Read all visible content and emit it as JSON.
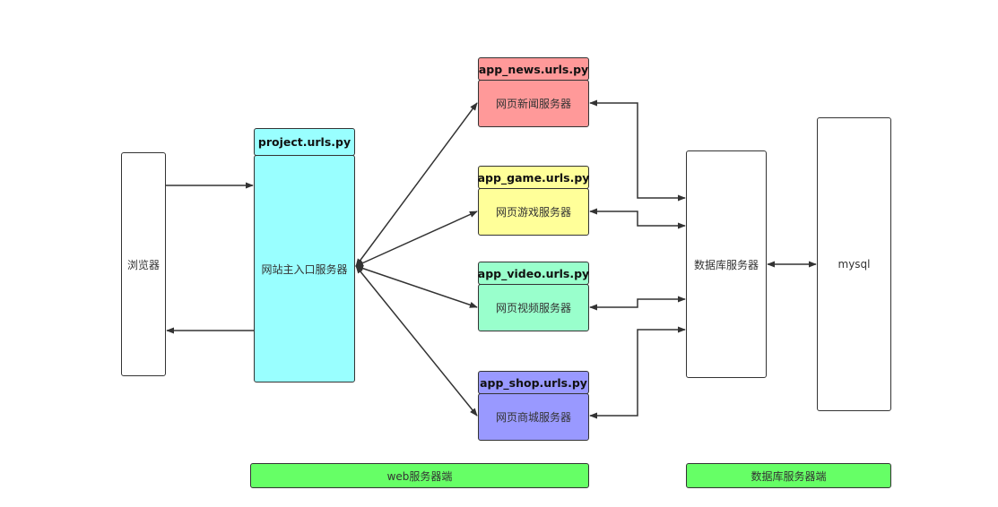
{
  "colors": {
    "cyan": "#99ffff",
    "red": "#ff9999",
    "yellow": "#ffff99",
    "green": "#99ffcc",
    "purple": "#9999ff",
    "region": "#66ff66",
    "stroke": "#333333"
  },
  "nodes": {
    "browser": "浏览器",
    "project_urls": "project.urls.py",
    "entry_server": "网站主入口服务器",
    "news_urls": "app_news.urls.py",
    "news_server": "网页新闻服务器",
    "game_urls": "app_game.urls.py",
    "game_server": "网页游戏服务器",
    "video_urls": "app_video.urls.py",
    "video_server": "网页视频服务器",
    "shop_urls": "app_shop.urls.py",
    "shop_server": "网页商城服务器",
    "db_server": "数据库服务器",
    "mysql": "mysql"
  },
  "regions": {
    "web": "web服务器端",
    "db": "数据库服务器端"
  }
}
